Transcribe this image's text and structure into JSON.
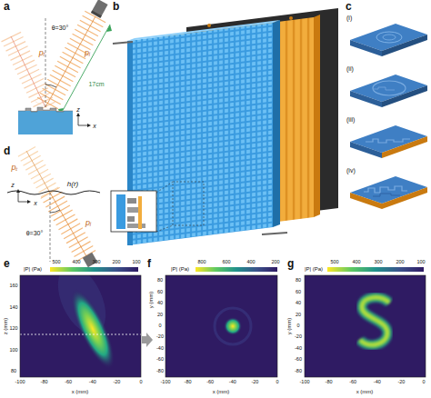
{
  "diagram": {
    "labels": [
      "a",
      "b",
      "c",
      "(i)",
      "(ii)",
      "(iii)",
      "(iv)",
      "d",
      "e",
      "f",
      "g",
      "pᵢ",
      "pᵣ",
      "θ=30°",
      "17cm",
      "z",
      "x",
      "pᵢ",
      "pₜ",
      "h(r)",
      "θ=30°",
      "z",
      "x",
      "|P| (Pa)",
      "500",
      "400",
      "300",
      "200",
      "100",
      "z (mm)",
      "160",
      "140",
      "120",
      "100",
      "80",
      "-100",
      "-80",
      "-60",
      "-40",
      "-20",
      "0",
      "x (mm)",
      "|P| (Pa)",
      "800",
      "600",
      "400",
      "200",
      "y (mm)",
      "80",
      "60",
      "40",
      "20",
      "0",
      "-20",
      "-40",
      "-60",
      "-80",
      "-100",
      "-80",
      "-60",
      "-40",
      "-20",
      "0",
      "x (mm)",
      "|P| (Pa)",
      "500",
      "400",
      "300",
      "200",
      "100",
      "y (mm)",
      "80",
      "60",
      "40",
      "20",
      "0",
      "-20",
      "-40",
      "-60",
      "-80",
      "-100",
      "-80",
      "-60",
      "-40",
      "-20",
      "0",
      "x (mm)"
    ]
  }
}
